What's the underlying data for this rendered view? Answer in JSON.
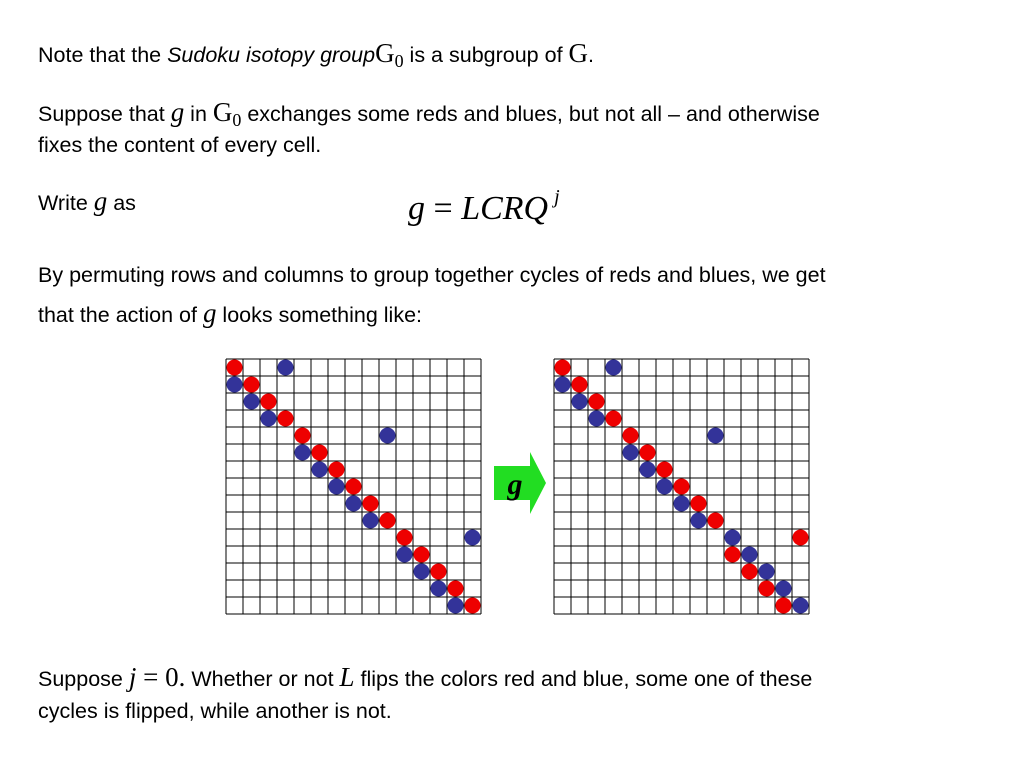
{
  "para1": {
    "t1": "Note that the ",
    "t2": "Sudoku isotopy group",
    "t3": " is a subgroup of ",
    "G": "G",
    "sub": "0",
    "end": "."
  },
  "para2": {
    "t1": "Suppose that ",
    "g": "g",
    "t2": " in ",
    "G": "G",
    "sub": "0",
    "t3": " exchanges some reds and blues, but not all – and otherwise",
    "line2": "fixes the content of every cell."
  },
  "para3": {
    "t1": "Write ",
    "g": "g",
    "t2": " as"
  },
  "formula": {
    "lhs": "g",
    "eq": " = ",
    "rhs": "LCRQ",
    "sup": "j"
  },
  "para4": {
    "line1": "By permuting rows and columns to group together cycles of reds and blues, we get",
    "t1": "that the action of ",
    "g": "g",
    "t2": " looks something like:"
  },
  "arrow": {
    "label": "g",
    "color": "#22dd22"
  },
  "para5": {
    "t1": "Suppose ",
    "j": "j",
    "eq": " = 0.",
    "t2": "  Whether or not ",
    "L": "L",
    "t3": " flips the colors red and blue, some one of these",
    "line2": "cycles is flipped, while another is not."
  },
  "colors": {
    "red": "#ee0000",
    "blue": "#333399"
  },
  "grids": {
    "size": 15,
    "before": [
      [
        0,
        0,
        "red"
      ],
      [
        0,
        3,
        "blue"
      ],
      [
        1,
        0,
        "blue"
      ],
      [
        1,
        1,
        "red"
      ],
      [
        2,
        1,
        "blue"
      ],
      [
        2,
        2,
        "red"
      ],
      [
        3,
        2,
        "blue"
      ],
      [
        3,
        3,
        "red"
      ],
      [
        4,
        4,
        "red"
      ],
      [
        4,
        9,
        "blue"
      ],
      [
        5,
        4,
        "blue"
      ],
      [
        5,
        5,
        "red"
      ],
      [
        6,
        5,
        "blue"
      ],
      [
        6,
        6,
        "red"
      ],
      [
        7,
        6,
        "blue"
      ],
      [
        7,
        7,
        "red"
      ],
      [
        8,
        7,
        "blue"
      ],
      [
        8,
        8,
        "red"
      ],
      [
        9,
        8,
        "blue"
      ],
      [
        9,
        9,
        "red"
      ],
      [
        10,
        10,
        "red"
      ],
      [
        10,
        14,
        "blue"
      ],
      [
        11,
        10,
        "blue"
      ],
      [
        11,
        11,
        "red"
      ],
      [
        12,
        11,
        "blue"
      ],
      [
        12,
        12,
        "red"
      ],
      [
        13,
        12,
        "blue"
      ],
      [
        13,
        13,
        "red"
      ],
      [
        14,
        13,
        "blue"
      ],
      [
        14,
        14,
        "red"
      ]
    ],
    "after": [
      [
        0,
        0,
        "red"
      ],
      [
        0,
        3,
        "blue"
      ],
      [
        1,
        0,
        "blue"
      ],
      [
        1,
        1,
        "red"
      ],
      [
        2,
        1,
        "blue"
      ],
      [
        2,
        2,
        "red"
      ],
      [
        3,
        2,
        "blue"
      ],
      [
        3,
        3,
        "red"
      ],
      [
        4,
        4,
        "red"
      ],
      [
        4,
        9,
        "blue"
      ],
      [
        5,
        4,
        "blue"
      ],
      [
        5,
        5,
        "red"
      ],
      [
        6,
        5,
        "blue"
      ],
      [
        6,
        6,
        "red"
      ],
      [
        7,
        6,
        "blue"
      ],
      [
        7,
        7,
        "red"
      ],
      [
        8,
        7,
        "blue"
      ],
      [
        8,
        8,
        "red"
      ],
      [
        9,
        8,
        "blue"
      ],
      [
        9,
        9,
        "red"
      ],
      [
        10,
        10,
        "blue"
      ],
      [
        10,
        14,
        "red"
      ],
      [
        11,
        10,
        "red"
      ],
      [
        11,
        11,
        "blue"
      ],
      [
        12,
        11,
        "red"
      ],
      [
        12,
        12,
        "blue"
      ],
      [
        13,
        12,
        "red"
      ],
      [
        13,
        13,
        "blue"
      ],
      [
        14,
        13,
        "red"
      ],
      [
        14,
        14,
        "blue"
      ]
    ]
  }
}
